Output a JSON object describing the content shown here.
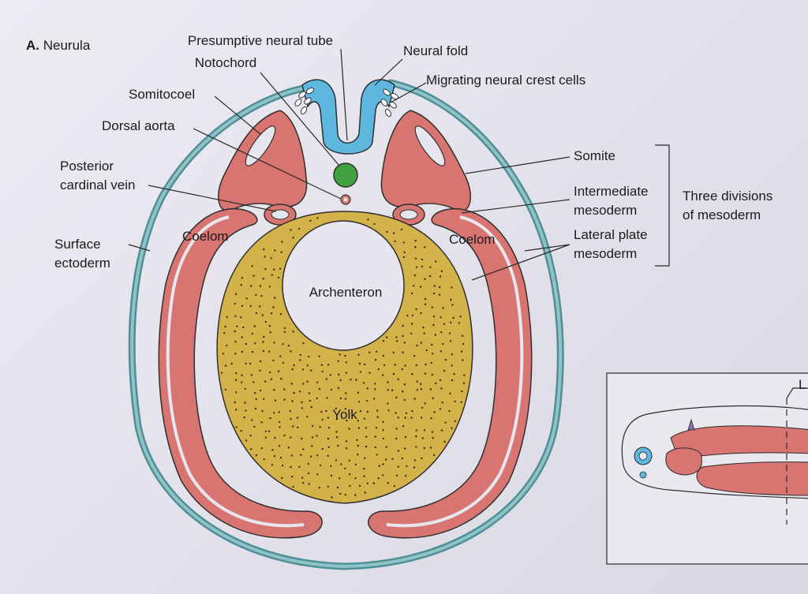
{
  "title": {
    "letter": "A.",
    "text": "Neurula"
  },
  "labels": {
    "presumptive_neural_tube": "Presumptive neural tube",
    "neural_fold": "Neural fold",
    "notochord": "Notochord",
    "migrating_neural_crest": "Migrating neural crest cells",
    "somitocoel": "Somitocoel",
    "dorsal_aorta": "Dorsal aorta",
    "posterior_cardinal_line1": "Posterior",
    "posterior_cardinal_line2": "cardinal vein",
    "somite": "Somite",
    "intermediate_line1": "Intermediate",
    "intermediate_line2": "mesoderm",
    "three_divisions_line1": "Three divisions",
    "three_divisions_line2": "of mesoderm",
    "lateral_plate_line1": "Lateral plate",
    "lateral_plate_line2": "mesoderm",
    "coelom_left": "Coelom",
    "coelom_right": "Coelom",
    "surface_ectoderm_line1": "Surface",
    "surface_ectoderm_line2": "ectoderm",
    "archenteron": "Archenteron",
    "yolk": "Yolk"
  },
  "inset": {
    "edge_label": "L"
  },
  "colors": {
    "ectoderm": "#5f9ea5",
    "neural_tube": "#5db7df",
    "mesoderm": "#d97570",
    "notochord": "#3fa23f",
    "yolk": "#d4b24a",
    "line": "#2a2a2a"
  }
}
